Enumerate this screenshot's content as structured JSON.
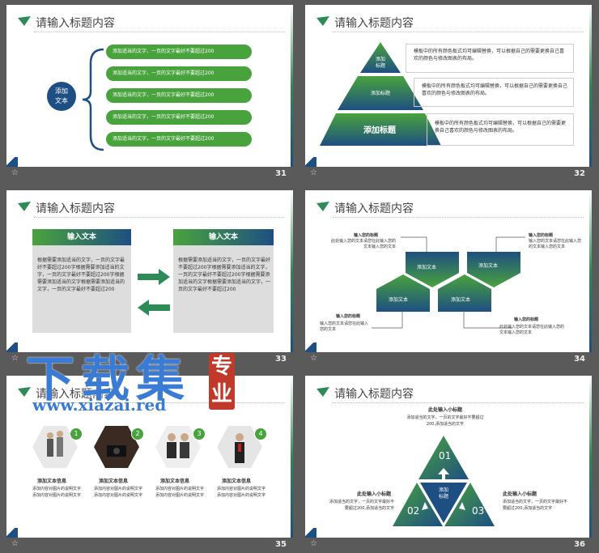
{
  "slide_title": "请输入标题内容",
  "slides": {
    "s31": {
      "number": "31",
      "center_label": "添加\n文本",
      "items": [
        "添加适当的文字，一页的文字最好不要超过200",
        "添加适当的文字，一页的文字最好不要超过200",
        "添加适当的文字，一页的文字最好不要超过200",
        "添加适当的文字，一页的文字最好不要超过200",
        "添加适当的文字，一页的文字最好不要超过200"
      ]
    },
    "s32": {
      "number": "32",
      "levels": [
        "添加\n标题",
        "添加标题",
        "添加标题"
      ],
      "desc": "模板中的所有颜色板式均可编辑替换，可以根据自己的需要更换自己喜欢的颜色与修改图表的布局。"
    },
    "s33": {
      "number": "33",
      "headers": [
        "输入文本",
        "输入文本"
      ],
      "body": "根据需要添加适当的文字，一页的文字最好不要超过200字根据需要添加适当的文字，一页的文字最好不要超过200字根据需要添加适当的文字根据需要添加适当的文字，一页的文字最好不要超过200"
    },
    "s34": {
      "number": "34",
      "shape_label": "添加文本",
      "callout_title": "输入您的标题",
      "callout_text": "此处输入您的文本请您在此输入您的文本输入您的文本",
      "callout_titles": [
        "输入您的标题",
        "输入您的标题",
        "输入您的标题",
        "输入您的标题"
      ],
      "callout_texts": [
        "此处输入您的文本请您在此输入您的文本输入您的文本",
        "输入您的文本请您在此输入您的文本输入您的文本",
        "输入您的文本请您在此输入您的文本",
        "此处输入您的文本请您在此输入您的文本输入您的文本"
      ]
    },
    "s35": {
      "number": "35",
      "cards": [
        {
          "n": "1",
          "title": "添加文本信息",
          "text": "添加内容对图片的说明文字添加内容对图片的说明文字"
        },
        {
          "n": "2",
          "title": "添加文本信息",
          "text": "添加内容对图片的说明文字添加内容对图片的说明文字"
        },
        {
          "n": "3",
          "title": "添加文本信息",
          "text": "添加内容对图片的说明文字添加内容对图片的说明文字"
        },
        {
          "n": "4",
          "title": "添加文本信息",
          "text": "添加内容对图片的说明文字添加内容对图片的说明文字"
        }
      ]
    },
    "s36": {
      "number": "36",
      "top_title": "此处输入小标题",
      "top_text": "添加适当的文字，一页的文字最好不要超过200,添加适当的文字",
      "left_title": "此处输入小标题",
      "left_text": "添加适当的文字，一页的文字最好不要超过200,添加适当的文字",
      "right_title": "此处输入小标题",
      "right_text": "添加适当的文字，一页的文字最好不要超过200,添加适当的文字",
      "center": "添加\n标题",
      "nums": [
        "01",
        "02",
        "03"
      ]
    }
  },
  "watermark": {
    "big": "下载集",
    "url": "www.xiazai.red",
    "seal": "专业"
  },
  "colors": {
    "green": "#49a33d",
    "blue": "#1e4f82",
    "slide_bg": "#ffffff",
    "page_bg": "#5a5a5a"
  }
}
